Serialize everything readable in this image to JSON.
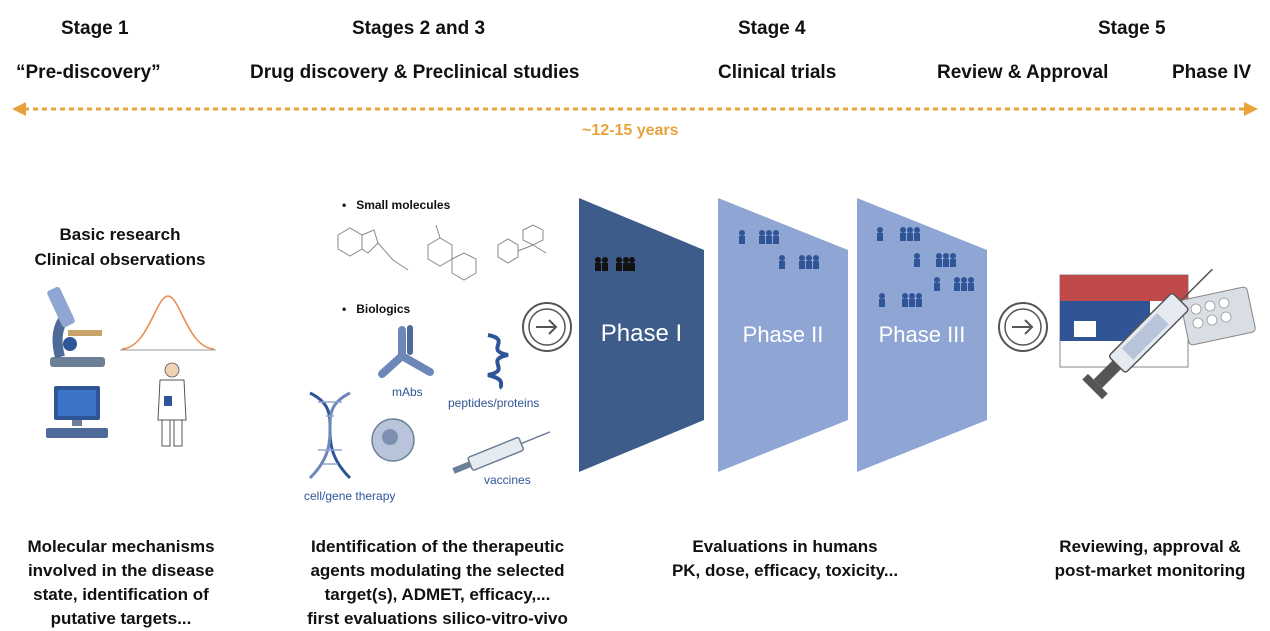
{
  "stages": [
    {
      "title": "Stage 1",
      "subtitle": "“Pre-discovery”"
    },
    {
      "title": "Stages 2 and 3",
      "subtitle": "Drug discovery & Preclinical studies"
    },
    {
      "title": "Stage 4",
      "subtitle": "Clinical trials"
    },
    {
      "title": "Stage 5",
      "subtitle": "Review & Approval"
    }
  ],
  "phase_iv_label": "Phase IV",
  "timeline": {
    "duration": "~12-15 years",
    "color": "#e8a33d"
  },
  "stage1": {
    "heading_line1": "Basic research",
    "heading_line2": "Clinical observations"
  },
  "stage23": {
    "small_molecules": "Small molecules",
    "biologics": "Biologics",
    "labels": {
      "mabs": "mAbs",
      "peptides": "peptides/proteins",
      "cell_gene": "cell/gene therapy",
      "vaccines": "vaccines"
    }
  },
  "phases": [
    {
      "label": "Phase I",
      "color": "#3e5c8a"
    },
    {
      "label": "Phase II",
      "color": "#8fa5d3"
    },
    {
      "label": "Phase III",
      "color": "#8fa5d3"
    }
  ],
  "bottom": {
    "stage1": [
      "Molecular mechanisms",
      "involved in the disease",
      "state, identification of",
      "putative targets..."
    ],
    "stage23": [
      "Identification of the therapeutic",
      "agents modulating the selected",
      "target(s), ADMET, efficacy,...",
      "first evaluations silico-vitro-vivo"
    ],
    "stage4": [
      "Evaluations in humans",
      "PK, dose, efficacy, toxicity..."
    ],
    "stage5": [
      "Reviewing, approval &",
      "post-market monitoring"
    ]
  },
  "colors": {
    "accent": "#e8a33d",
    "blue_dark": "#3e5c8a",
    "blue_light": "#8fa5d3",
    "icon_blue": "#2f5597"
  }
}
